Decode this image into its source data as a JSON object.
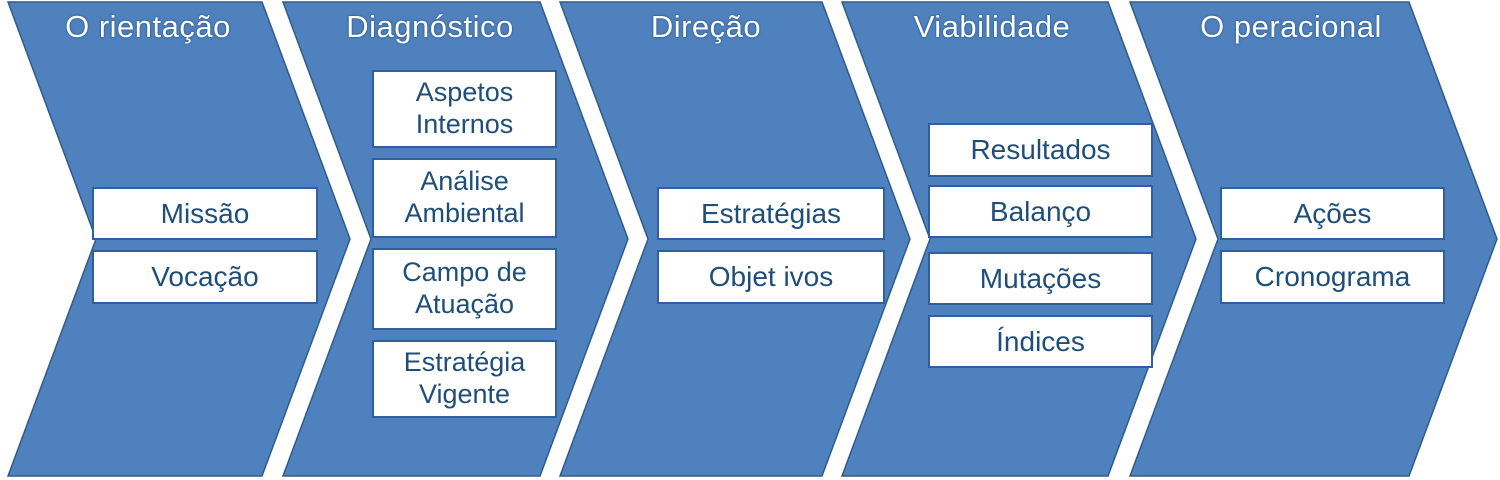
{
  "diagram": {
    "type": "process-flow-chevrons",
    "colors": {
      "chevron_fill": "#4e81bd",
      "chevron_stroke": "#2e5c8a",
      "box_border": "#2f5f9e",
      "box_text": "#1f4e79",
      "title_text": "#ffffff"
    },
    "stages": [
      {
        "title": "O rientação",
        "boxes": [
          "Missão",
          "Vocação"
        ]
      },
      {
        "title": "Diagnóstico",
        "boxes": [
          "Aspetos Internos",
          "Análise Ambiental",
          "Campo de Atuação",
          "Estratégia Vigente"
        ]
      },
      {
        "title": "Direção",
        "boxes": [
          "Estratégias",
          "Objet ivos"
        ]
      },
      {
        "title": "Viabilidade",
        "boxes": [
          "Resultados",
          "Balanço",
          "Mutações",
          "Índices"
        ]
      },
      {
        "title": "O peracional",
        "boxes": [
          "Ações",
          "Cronograma"
        ]
      }
    ]
  }
}
